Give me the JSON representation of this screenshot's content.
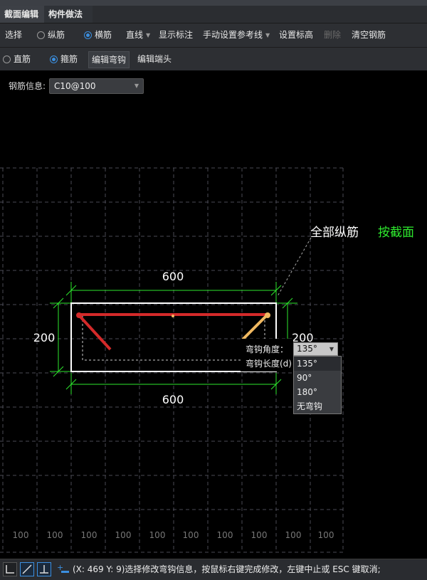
{
  "tabs": [
    {
      "label": "截面编辑"
    },
    {
      "label": "构件做法"
    }
  ],
  "toolbar1": {
    "select": "选择",
    "longitudinal": "纵筋",
    "transverse": "横筋",
    "line": "直线",
    "show_dimension": "显示标注",
    "manual_reference_line": "手动设置参考线",
    "set_elevation": "设置标高",
    "delete": "删除",
    "clear_rebar": "清空钢筋"
  },
  "toolbar2": {
    "straight_bar": "直筋",
    "stirrup": "箍筋",
    "edit_hook": "编辑弯钩",
    "edit_end": "编辑端头"
  },
  "rebar_info": {
    "label": "钢筋信息:",
    "value": "C10@100"
  },
  "canvas": {
    "note_all_longitudinal": "全部纵筋",
    "note_by_section": "按截面",
    "dim_top": "600",
    "dim_bottom": "600",
    "dim_left": "200",
    "dim_right_partial": "200",
    "grid_labels": [
      "100",
      "100",
      "100",
      "100",
      "100",
      "100",
      "100",
      "100",
      "100",
      "100"
    ],
    "colors": {
      "rebar": "#d42a2a",
      "hook": "#f0b860",
      "dimension": "#2ee82e",
      "outline": "#ffffff",
      "note_green": "#2ee82e"
    }
  },
  "hook_editor": {
    "angle_label": "弯钩角度：",
    "length_label": "弯钩长度(d)",
    "selected": "135°",
    "options": [
      "135°",
      "90°",
      "180°",
      "无弯钩"
    ]
  },
  "status": {
    "text": "(X: 469 Y: 9)选择修改弯钩信息，按鼠标右键完成修改，左键中止或 ESC 键取消;"
  }
}
